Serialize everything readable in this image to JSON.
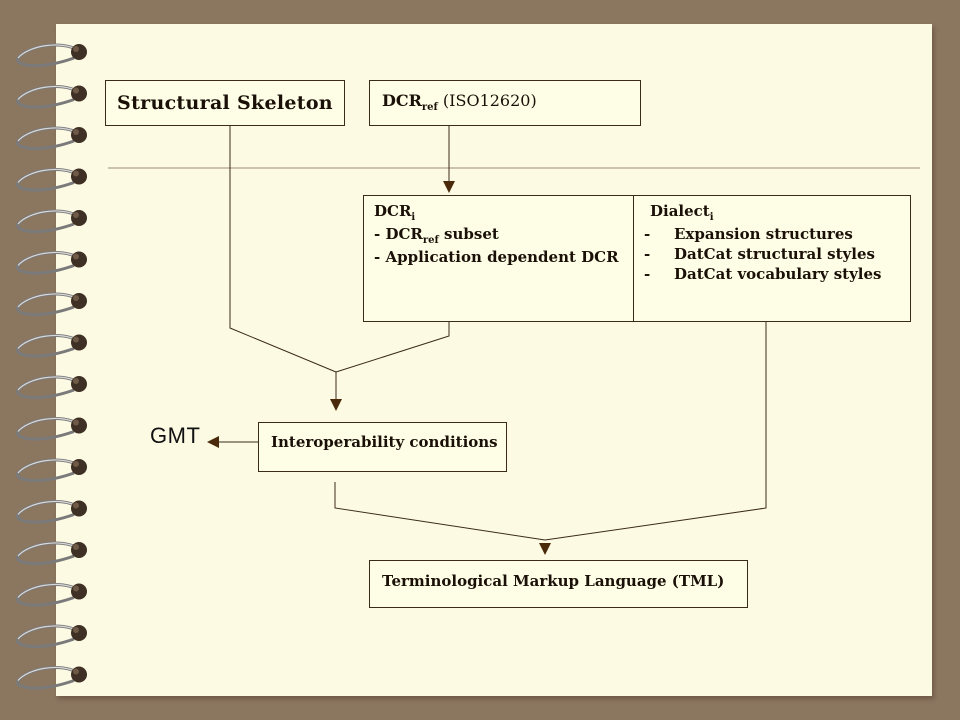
{
  "diagram": {
    "structural_skeleton": "Structural Skeleton",
    "dcr_ref": {
      "main": "DCR",
      "sub": "ref",
      "suffix": " (ISO12620)"
    },
    "dcr_i": {
      "title_main": "DCR",
      "title_sub": "i",
      "items": [
        {
          "prefix": "- DCR",
          "sub": "ref",
          "suffix": " subset"
        },
        {
          "prefix": "- Application dependent DCR",
          "sub": "",
          "suffix": ""
        }
      ]
    },
    "dialect_i": {
      "title_main": "Dialect",
      "title_sub": "i",
      "items": [
        {
          "bullet": "-",
          "text": "Expansion structures"
        },
        {
          "bullet": "-",
          "text": "DatCat structural styles"
        },
        {
          "bullet": "-",
          "text": "DatCat vocabulary styles"
        }
      ]
    },
    "interoperability": "Interoperability conditions",
    "gmt": "GMT",
    "tml": "Terminological Markup Language (TML)"
  },
  "colors": {
    "page": "#fdfae4",
    "background": "#8b7660",
    "line": "#3a2a1a",
    "arrow": "#4a2a0a"
  }
}
